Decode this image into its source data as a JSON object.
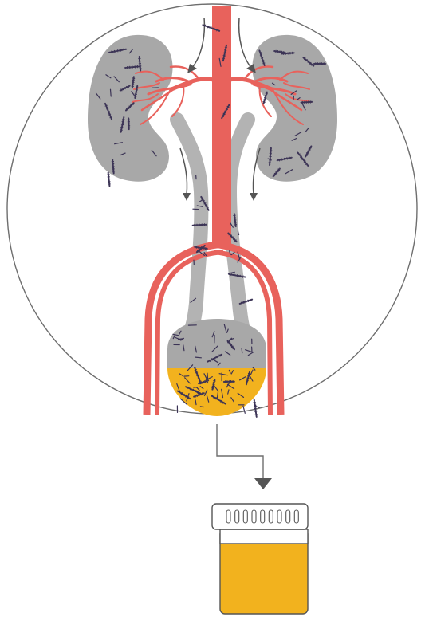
{
  "diagram": {
    "colors": {
      "background": "#ffffff",
      "outline": "#6e6e6e",
      "kidney_gray": "#a8a8a8",
      "tube_gray": "#b3b3b3",
      "artery_red": "#e8625c",
      "arrow_gray": "#555555",
      "urine_yellow": "#f2b21e",
      "dna_dark": "#3b3355"
    },
    "cap_ridge_count": 9,
    "components": [
      {
        "id": "aorta",
        "icon": "blood-vessel"
      },
      {
        "id": "left-kidney",
        "icon": "kidney"
      },
      {
        "id": "right-kidney",
        "icon": "kidney"
      },
      {
        "id": "left-ureter",
        "icon": "tube"
      },
      {
        "id": "right-ureter",
        "icon": "tube"
      },
      {
        "id": "bladder",
        "icon": "bladder"
      },
      {
        "id": "urine-sample-cup",
        "icon": "specimen-cup"
      },
      {
        "id": "dna-fragments",
        "icon": "dna-helix"
      }
    ]
  }
}
